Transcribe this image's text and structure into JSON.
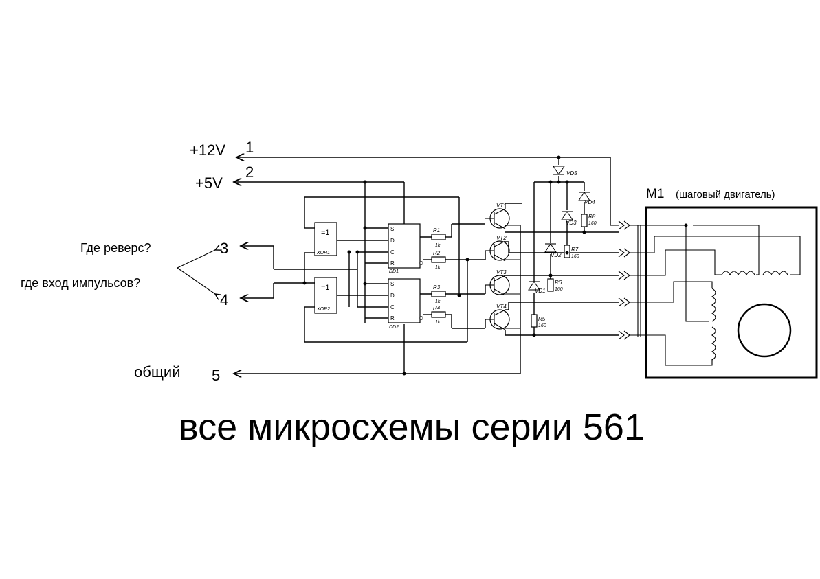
{
  "terminals": {
    "t1": {
      "voltage": "+12V",
      "number": "1"
    },
    "t2": {
      "voltage": "+5V",
      "number": "2"
    },
    "t3": {
      "number": "3"
    },
    "t4": {
      "number": "4"
    },
    "t5": {
      "name": "общий",
      "number": "5"
    }
  },
  "questions": {
    "reverse": "Где реверс?",
    "pulse_input": "где вход импульсов?"
  },
  "gates": [
    {
      "symbol": "=1",
      "ref": "XOR1"
    },
    {
      "symbol": "=1",
      "ref": "XOR2"
    }
  ],
  "flipflops": [
    {
      "ref": "DD1",
      "pins": [
        "S",
        "D",
        "C",
        "R"
      ]
    },
    {
      "ref": "DD2",
      "pins": [
        "S",
        "D",
        "C",
        "R"
      ]
    }
  ],
  "resistors_base": [
    {
      "ref": "R1",
      "value": "1k"
    },
    {
      "ref": "R2",
      "value": "1k"
    },
    {
      "ref": "R3",
      "value": "1k"
    },
    {
      "ref": "R4",
      "value": "1k"
    }
  ],
  "transistors": [
    "VT1",
    "VT2",
    "VT3",
    "VT4"
  ],
  "diodes": [
    "VD1",
    "VD2",
    "VD3",
    "VD4",
    "VD5"
  ],
  "resistors_snubber": [
    {
      "ref": "R5",
      "value": "160"
    },
    {
      "ref": "R6",
      "value": "160"
    },
    {
      "ref": "R7",
      "value": "160"
    },
    {
      "ref": "R8",
      "value": "160"
    }
  ],
  "motor": {
    "ref": "M1",
    "description": "(шаговый двигатель)"
  },
  "footer": "все микросхемы серии 561"
}
